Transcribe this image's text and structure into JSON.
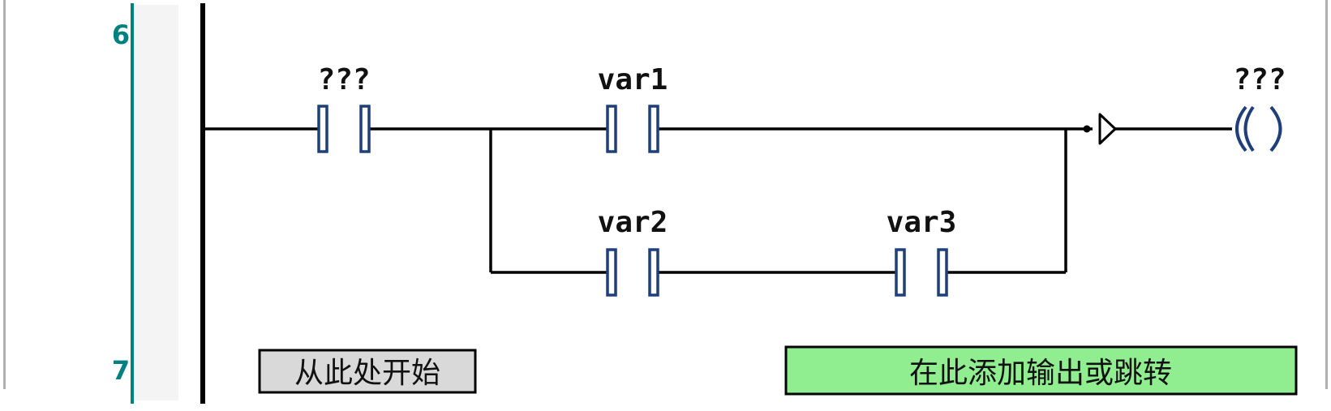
{
  "editor": {
    "line_numbers": [
      "6",
      "7"
    ],
    "colors": {
      "line_number": "#008080",
      "element_outline": "#1f3f7a",
      "wire": "#000000",
      "start_button_fill": "#d9d9d9",
      "add_output_fill": "#90ee90",
      "gutter_fill": "#f4f4f4"
    }
  },
  "rung": {
    "contacts": [
      {
        "name": "???",
        "type": "normally-open"
      },
      {
        "name": "var1",
        "type": "normally-open"
      },
      {
        "name": "var2",
        "type": "normally-open"
      },
      {
        "name": "var3",
        "type": "normally-open"
      }
    ],
    "coil": {
      "name": "???",
      "type": "coil"
    }
  },
  "actions": {
    "start_here": "从此处开始",
    "add_output_or_jump": "在此添加输出或跳转"
  }
}
